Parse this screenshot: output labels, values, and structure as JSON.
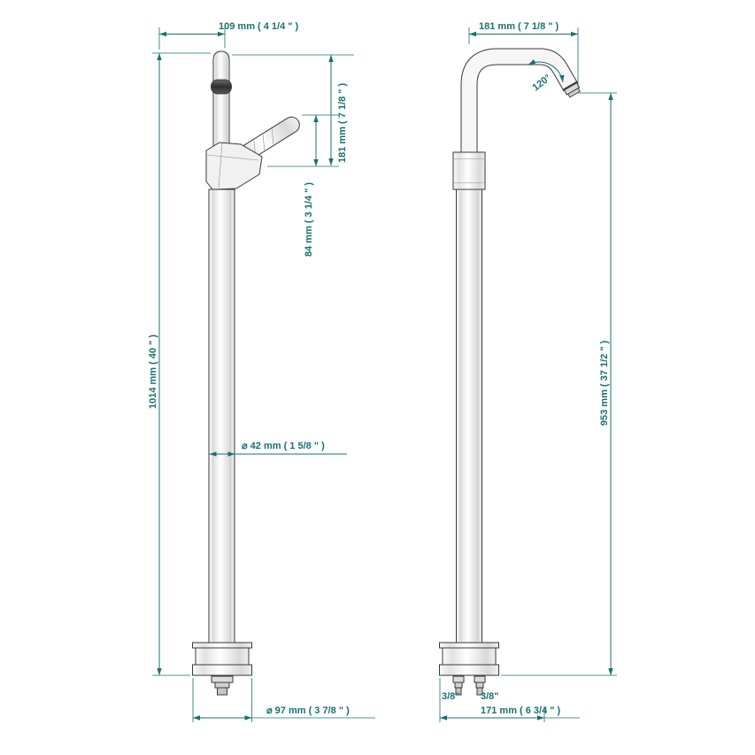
{
  "page": {
    "background": "#ffffff"
  },
  "colors": {
    "dimension": "#1a7070",
    "outline": "#3a3a3a"
  },
  "views": {
    "front": {
      "dims": {
        "top_offset": "109 mm ( 4 1/4 \" )",
        "spout_height": "181 mm ( 7 1/8 \" )",
        "handle_height": "84 mm ( 3 1/4 \" )",
        "overall_height": "1014 mm ( 40 \" )",
        "pipe_diameter": "⌀ 42 mm ( 1 5/8 \" )",
        "base_diameter": "⌀ 97 mm ( 3 7/8 \" )"
      }
    },
    "side": {
      "dims": {
        "spout_reach": "181 mm ( 7 1/8 \" )",
        "spout_angle": "120°",
        "outlet_height": "953 mm ( 37 1/2 \" )",
        "inlet_left": "3/8\"",
        "inlet_right": "3/8\"",
        "base_offset": "171 mm ( 6 3/4 \" )"
      }
    }
  }
}
